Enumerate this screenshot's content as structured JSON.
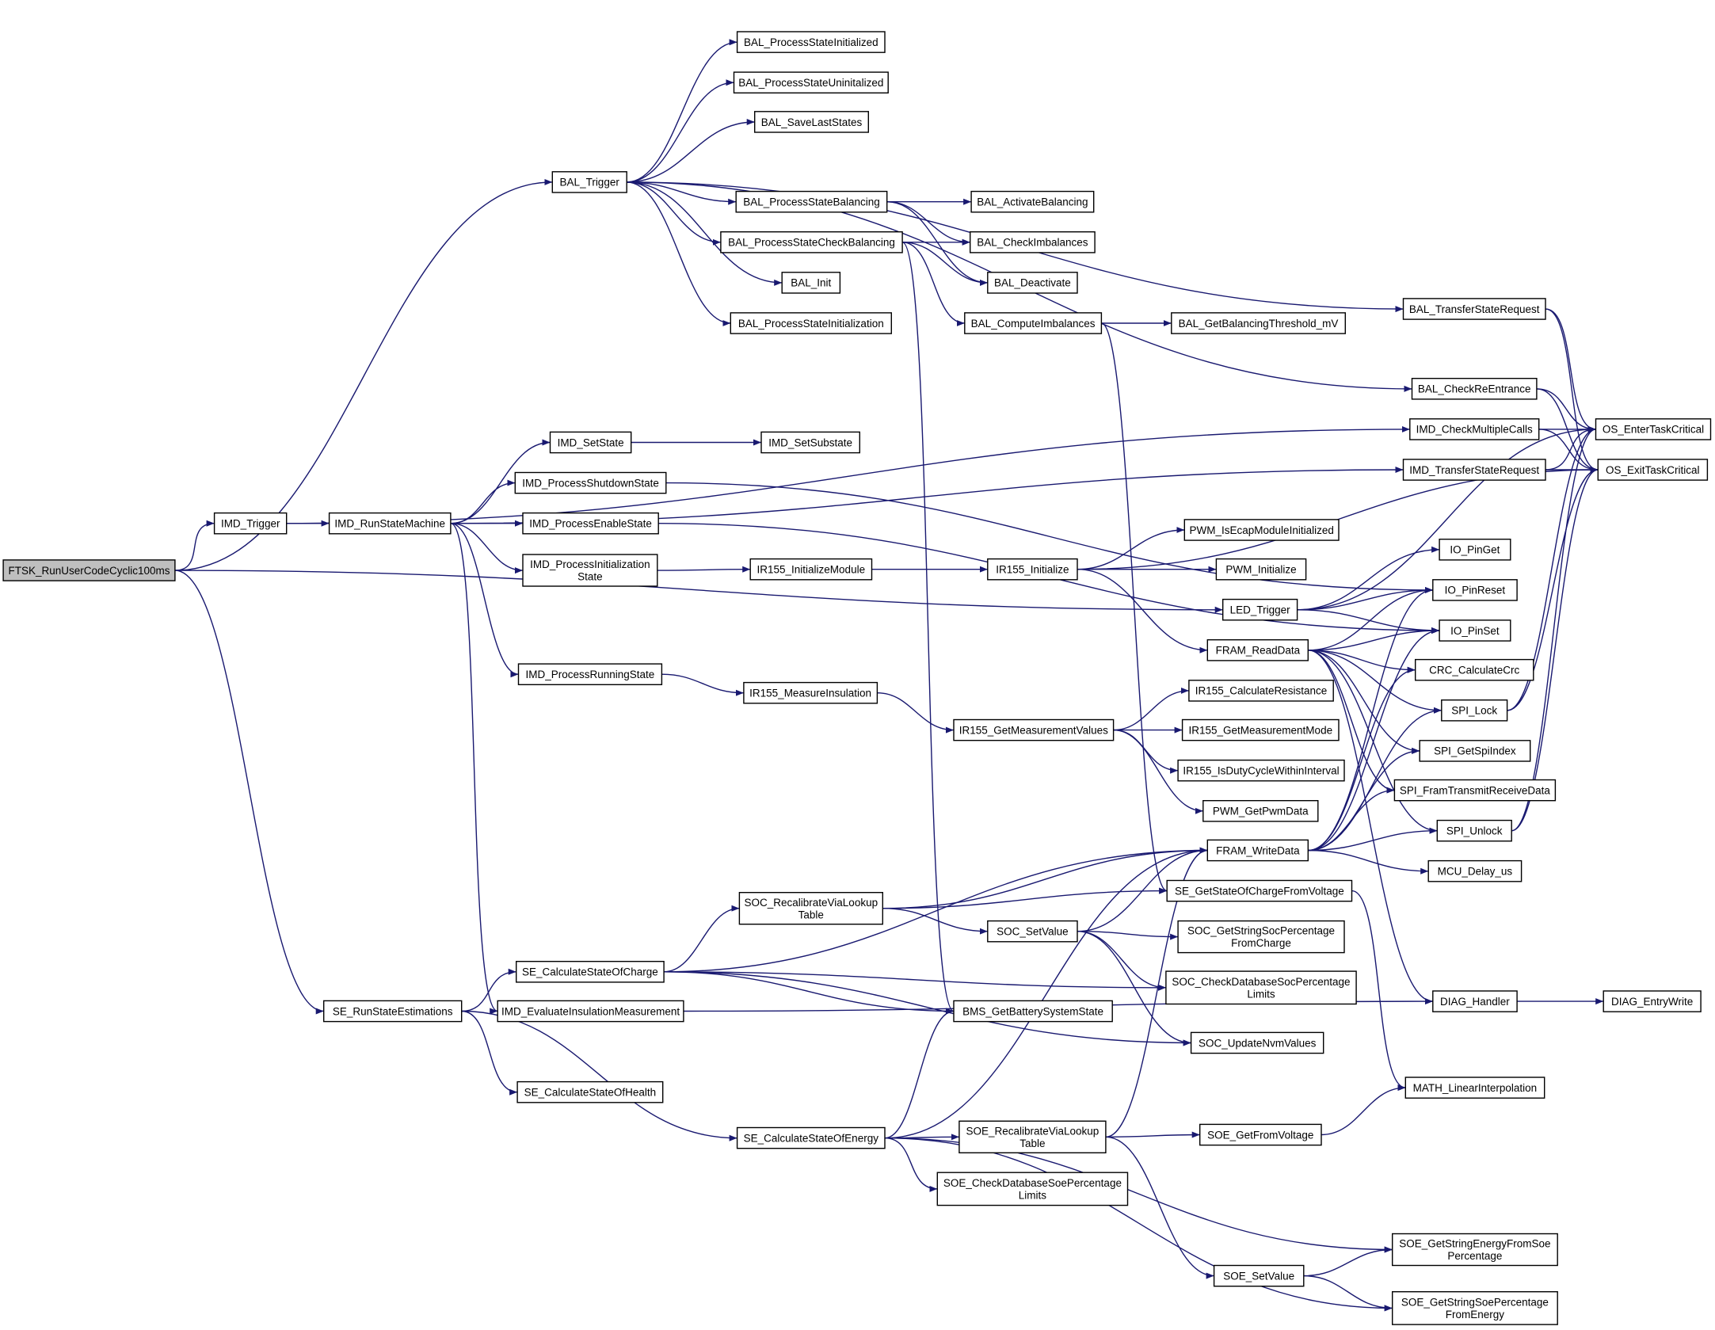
{
  "graph": {
    "root": "FTSK_RunUserCodeCyclic100ms",
    "nodes": [
      {
        "id": "FTSK_RunUserCodeCyclic100ms",
        "lines": [
          "FTSK_RunUserCodeCyclic100ms"
        ]
      },
      {
        "id": "BAL_Trigger",
        "lines": [
          "BAL_Trigger"
        ]
      },
      {
        "id": "IMD_Trigger",
        "lines": [
          "IMD_Trigger"
        ]
      },
      {
        "id": "LED_Trigger",
        "lines": [
          "LED_Trigger"
        ]
      },
      {
        "id": "SE_RunStateEstimations",
        "lines": [
          "SE_RunStateEstimations"
        ]
      },
      {
        "id": "BAL_ProcessStateInitialized",
        "lines": [
          "BAL_ProcessStateInitialized"
        ]
      },
      {
        "id": "BAL_ProcessStateUninitalized",
        "lines": [
          "BAL_ProcessStateUninitalized"
        ]
      },
      {
        "id": "BAL_SaveLastStates",
        "lines": [
          "BAL_SaveLastStates"
        ]
      },
      {
        "id": "BAL_ProcessStateBalancing",
        "lines": [
          "BAL_ProcessStateBalancing"
        ]
      },
      {
        "id": "BAL_ProcessStateCheckBalancing",
        "lines": [
          "BAL_ProcessStateCheckBalancing"
        ]
      },
      {
        "id": "BAL_Init",
        "lines": [
          "BAL_Init"
        ]
      },
      {
        "id": "BAL_ProcessStateInitialization",
        "lines": [
          "BAL_ProcessStateInitialization"
        ]
      },
      {
        "id": "BAL_ActivateBalancing",
        "lines": [
          "BAL_ActivateBalancing"
        ]
      },
      {
        "id": "BAL_CheckImbalances",
        "lines": [
          "BAL_CheckImbalances"
        ]
      },
      {
        "id": "BAL_Deactivate",
        "lines": [
          "BAL_Deactivate"
        ]
      },
      {
        "id": "BAL_ComputeImbalances",
        "lines": [
          "BAL_ComputeImbalances"
        ]
      },
      {
        "id": "BAL_GetBalancingThreshold_mV",
        "lines": [
          "BAL_GetBalancingThreshold_mV"
        ]
      },
      {
        "id": "BAL_TransferStateRequest",
        "lines": [
          "BAL_TransferStateRequest"
        ]
      },
      {
        "id": "BAL_CheckReEntrance",
        "lines": [
          "BAL_CheckReEntrance"
        ]
      },
      {
        "id": "IMD_CheckMultipleCalls",
        "lines": [
          "IMD_CheckMultipleCalls"
        ]
      },
      {
        "id": "IMD_TransferStateRequest",
        "lines": [
          "IMD_TransferStateRequest"
        ]
      },
      {
        "id": "OS_EnterTaskCritical",
        "lines": [
          "OS_EnterTaskCritical"
        ]
      },
      {
        "id": "OS_ExitTaskCritical",
        "lines": [
          "OS_ExitTaskCritical"
        ]
      },
      {
        "id": "IMD_RunStateMachine",
        "lines": [
          "IMD_RunStateMachine"
        ]
      },
      {
        "id": "IMD_SetState",
        "lines": [
          "IMD_SetState"
        ]
      },
      {
        "id": "IMD_SetSubstate",
        "lines": [
          "IMD_SetSubstate"
        ]
      },
      {
        "id": "IMD_ProcessShutdownState",
        "lines": [
          "IMD_ProcessShutdownState"
        ]
      },
      {
        "id": "IMD_ProcessEnableState",
        "lines": [
          "IMD_ProcessEnableState"
        ]
      },
      {
        "id": "IMD_ProcessInitializationState",
        "lines": [
          "IMD_ProcessInitialization",
          "State"
        ]
      },
      {
        "id": "IR155_InitializeModule",
        "lines": [
          "IR155_InitializeModule"
        ]
      },
      {
        "id": "IR155_Initialize",
        "lines": [
          "IR155_Initialize"
        ]
      },
      {
        "id": "PWM_IsEcapModuleInitialized",
        "lines": [
          "PWM_IsEcapModuleInitialized"
        ]
      },
      {
        "id": "PWM_Initialize",
        "lines": [
          "PWM_Initialize"
        ]
      },
      {
        "id": "IO_PinGet",
        "lines": [
          "IO_PinGet"
        ]
      },
      {
        "id": "IO_PinReset",
        "lines": [
          "IO_PinReset"
        ]
      },
      {
        "id": "IO_PinSet",
        "lines": [
          "IO_PinSet"
        ]
      },
      {
        "id": "FRAM_ReadData",
        "lines": [
          "FRAM_ReadData"
        ]
      },
      {
        "id": "CRC_CalculateCrc",
        "lines": [
          "CRC_CalculateCrc"
        ]
      },
      {
        "id": "SPI_Lock",
        "lines": [
          "SPI_Lock"
        ]
      },
      {
        "id": "SPI_GetSpiIndex",
        "lines": [
          "SPI_GetSpiIndex"
        ]
      },
      {
        "id": "SPI_FramTransmitReceiveData",
        "lines": [
          "SPI_FramTransmitReceiveData"
        ]
      },
      {
        "id": "SPI_Unlock",
        "lines": [
          "SPI_Unlock"
        ]
      },
      {
        "id": "MCU_Delay_us",
        "lines": [
          "MCU_Delay_us"
        ]
      },
      {
        "id": "IMD_ProcessRunningState",
        "lines": [
          "IMD_ProcessRunningState"
        ]
      },
      {
        "id": "IR155_MeasureInsulation",
        "lines": [
          "IR155_MeasureInsulation"
        ]
      },
      {
        "id": "IR155_GetMeasurementValues",
        "lines": [
          "IR155_GetMeasurementValues"
        ]
      },
      {
        "id": "IR155_CalculateResistance",
        "lines": [
          "IR155_CalculateResistance"
        ]
      },
      {
        "id": "IR155_GetMeasurementMode",
        "lines": [
          "IR155_GetMeasurementMode"
        ]
      },
      {
        "id": "IR155_IsDutyCycleWithinInterval",
        "lines": [
          "IR155_IsDutyCycleWithinInterval"
        ]
      },
      {
        "id": "PWM_GetPwmData",
        "lines": [
          "PWM_GetPwmData"
        ]
      },
      {
        "id": "FRAM_WriteData",
        "lines": [
          "FRAM_WriteData"
        ]
      },
      {
        "id": "SE_GetStateOfChargeFromVoltage",
        "lines": [
          "SE_GetStateOfChargeFromVoltage"
        ]
      },
      {
        "id": "SOC_RecalibrateViaLookupTable",
        "lines": [
          "SOC_RecalibrateViaLookup",
          "Table"
        ]
      },
      {
        "id": "SOC_SetValue",
        "lines": [
          "SOC_SetValue"
        ]
      },
      {
        "id": "SOC_GetStringSocPercentageFromCharge",
        "lines": [
          "SOC_GetStringSocPercentage",
          "FromCharge"
        ]
      },
      {
        "id": "SOC_CheckDatabaseSocPercentageLimits",
        "lines": [
          "SOC_CheckDatabaseSocPercentage",
          "Limits"
        ]
      },
      {
        "id": "SE_CalculateStateOfCharge",
        "lines": [
          "SE_CalculateStateOfCharge"
        ]
      },
      {
        "id": "IMD_EvaluateInsulationMeasurement",
        "lines": [
          "IMD_EvaluateInsulationMeasurement"
        ]
      },
      {
        "id": "BMS_GetBatterySystemState",
        "lines": [
          "BMS_GetBatterySystemState"
        ]
      },
      {
        "id": "SOC_UpdateNvmValues",
        "lines": [
          "SOC_UpdateNvmValues"
        ]
      },
      {
        "id": "DIAG_Handler",
        "lines": [
          "DIAG_Handler"
        ]
      },
      {
        "id": "DIAG_EntryWrite",
        "lines": [
          "DIAG_EntryWrite"
        ]
      },
      {
        "id": "SE_CalculateStateOfHealth",
        "lines": [
          "SE_CalculateStateOfHealth"
        ]
      },
      {
        "id": "MATH_LinearInterpolation",
        "lines": [
          "MATH_LinearInterpolation"
        ]
      },
      {
        "id": "SE_CalculateStateOfEnergy",
        "lines": [
          "SE_CalculateStateOfEnergy"
        ]
      },
      {
        "id": "SOE_RecalibrateViaLookupTable",
        "lines": [
          "SOE_RecalibrateViaLookup",
          "Table"
        ]
      },
      {
        "id": "SOE_GetFromVoltage",
        "lines": [
          "SOE_GetFromVoltage"
        ]
      },
      {
        "id": "SOE_CheckDatabaseSoePercentageLimits",
        "lines": [
          "SOE_CheckDatabaseSoePercentage",
          "Limits"
        ]
      },
      {
        "id": "SOE_GetStringEnergyFromSoePercentage",
        "lines": [
          "SOE_GetStringEnergyFromSoe",
          "Percentage"
        ]
      },
      {
        "id": "SOE_SetValue",
        "lines": [
          "SOE_SetValue"
        ]
      },
      {
        "id": "SOE_GetStringSoePercentageFromEnergy",
        "lines": [
          "SOE_GetStringSoePercentage",
          "FromEnergy"
        ]
      }
    ],
    "edges": [
      [
        "FTSK_RunUserCodeCyclic100ms",
        "BAL_Trigger"
      ],
      [
        "FTSK_RunUserCodeCyclic100ms",
        "IMD_Trigger"
      ],
      [
        "FTSK_RunUserCodeCyclic100ms",
        "LED_Trigger"
      ],
      [
        "FTSK_RunUserCodeCyclic100ms",
        "SE_RunStateEstimations"
      ],
      [
        "BAL_Trigger",
        "BAL_ProcessStateInitialized"
      ],
      [
        "BAL_Trigger",
        "BAL_ProcessStateUninitalized"
      ],
      [
        "BAL_Trigger",
        "BAL_SaveLastStates"
      ],
      [
        "BAL_Trigger",
        "BAL_ProcessStateBalancing"
      ],
      [
        "BAL_Trigger",
        "BAL_ProcessStateCheckBalancing"
      ],
      [
        "BAL_Trigger",
        "BAL_Init"
      ],
      [
        "BAL_Trigger",
        "BAL_ProcessStateInitialization"
      ],
      [
        "BAL_Trigger",
        "BAL_TransferStateRequest"
      ],
      [
        "BAL_Trigger",
        "BAL_CheckReEntrance"
      ],
      [
        "BAL_ProcessStateBalancing",
        "BAL_ActivateBalancing"
      ],
      [
        "BAL_ProcessStateBalancing",
        "BAL_CheckImbalances"
      ],
      [
        "BAL_ProcessStateBalancing",
        "BAL_Deactivate"
      ],
      [
        "BAL_ProcessStateCheckBalancing",
        "BAL_CheckImbalances"
      ],
      [
        "BAL_ProcessStateCheckBalancing",
        "BAL_Deactivate"
      ],
      [
        "BAL_ProcessStateCheckBalancing",
        "BAL_ComputeImbalances"
      ],
      [
        "BAL_ProcessStateCheckBalancing",
        "BMS_GetBatterySystemState"
      ],
      [
        "BAL_ComputeImbalances",
        "BAL_GetBalancingThreshold_mV"
      ],
      [
        "BAL_ComputeImbalances",
        "SE_GetStateOfChargeFromVoltage"
      ],
      [
        "BAL_TransferStateRequest",
        "OS_EnterTaskCritical"
      ],
      [
        "BAL_TransferStateRequest",
        "OS_ExitTaskCritical"
      ],
      [
        "BAL_CheckReEntrance",
        "OS_EnterTaskCritical"
      ],
      [
        "BAL_CheckReEntrance",
        "OS_ExitTaskCritical"
      ],
      [
        "IMD_CheckMultipleCalls",
        "OS_EnterTaskCritical"
      ],
      [
        "IMD_CheckMultipleCalls",
        "OS_ExitTaskCritical"
      ],
      [
        "IMD_TransferStateRequest",
        "OS_EnterTaskCritical"
      ],
      [
        "IMD_TransferStateRequest",
        "OS_ExitTaskCritical"
      ],
      [
        "IMD_Trigger",
        "IMD_RunStateMachine"
      ],
      [
        "IMD_Trigger",
        "IMD_CheckMultipleCalls"
      ],
      [
        "IMD_RunStateMachine",
        "IMD_SetState"
      ],
      [
        "IMD_RunStateMachine",
        "IMD_ProcessShutdownState"
      ],
      [
        "IMD_RunStateMachine",
        "IMD_ProcessEnableState"
      ],
      [
        "IMD_RunStateMachine",
        "IMD_ProcessInitializationState"
      ],
      [
        "IMD_RunStateMachine",
        "IMD_ProcessRunningState"
      ],
      [
        "IMD_RunStateMachine",
        "IMD_EvaluateInsulationMeasurement"
      ],
      [
        "IMD_RunStateMachine",
        "IMD_TransferStateRequest"
      ],
      [
        "IMD_SetState",
        "IMD_SetSubstate"
      ],
      [
        "IMD_ProcessShutdownState",
        "IO_PinReset"
      ],
      [
        "IMD_ProcessEnableState",
        "IO_PinSet"
      ],
      [
        "IMD_ProcessInitializationState",
        "IR155_InitializeModule"
      ],
      [
        "IR155_InitializeModule",
        "IR155_Initialize"
      ],
      [
        "IR155_Initialize",
        "PWM_IsEcapModuleInitialized"
      ],
      [
        "IR155_Initialize",
        "PWM_Initialize"
      ],
      [
        "IR155_Initialize",
        "FRAM_ReadData"
      ],
      [
        "IR155_Initialize",
        "OS_ExitTaskCritical"
      ],
      [
        "LED_Trigger",
        "IO_PinGet"
      ],
      [
        "LED_Trigger",
        "IO_PinReset"
      ],
      [
        "LED_Trigger",
        "IO_PinSet"
      ],
      [
        "LED_Trigger",
        "OS_EnterTaskCritical"
      ],
      [
        "FRAM_ReadData",
        "IO_PinReset"
      ],
      [
        "FRAM_ReadData",
        "IO_PinSet"
      ],
      [
        "FRAM_ReadData",
        "CRC_CalculateCrc"
      ],
      [
        "FRAM_ReadData",
        "SPI_Lock"
      ],
      [
        "FRAM_ReadData",
        "SPI_GetSpiIndex"
      ],
      [
        "FRAM_ReadData",
        "SPI_FramTransmitReceiveData"
      ],
      [
        "FRAM_ReadData",
        "SPI_Unlock"
      ],
      [
        "FRAM_ReadData",
        "DIAG_Handler"
      ],
      [
        "SPI_Lock",
        "OS_EnterTaskCritical"
      ],
      [
        "SPI_Lock",
        "OS_ExitTaskCritical"
      ],
      [
        "SPI_Unlock",
        "OS_EnterTaskCritical"
      ],
      [
        "SPI_Unlock",
        "OS_ExitTaskCritical"
      ],
      [
        "IMD_ProcessRunningState",
        "IR155_MeasureInsulation"
      ],
      [
        "IR155_MeasureInsulation",
        "IR155_GetMeasurementValues"
      ],
      [
        "IR155_GetMeasurementValues",
        "IR155_CalculateResistance"
      ],
      [
        "IR155_GetMeasurementValues",
        "IR155_GetMeasurementMode"
      ],
      [
        "IR155_GetMeasurementValues",
        "IR155_IsDutyCycleWithinInterval"
      ],
      [
        "IR155_GetMeasurementValues",
        "PWM_GetPwmData"
      ],
      [
        "FRAM_WriteData",
        "IO_PinReset"
      ],
      [
        "FRAM_WriteData",
        "IO_PinSet"
      ],
      [
        "FRAM_WriteData",
        "CRC_CalculateCrc"
      ],
      [
        "FRAM_WriteData",
        "SPI_Lock"
      ],
      [
        "FRAM_WriteData",
        "SPI_GetSpiIndex"
      ],
      [
        "FRAM_WriteData",
        "SPI_FramTransmitReceiveData"
      ],
      [
        "FRAM_WriteData",
        "SPI_Unlock"
      ],
      [
        "FRAM_WriteData",
        "MCU_Delay_us"
      ],
      [
        "SE_GetStateOfChargeFromVoltage",
        "MATH_LinearInterpolation"
      ],
      [
        "SE_RunStateEstimations",
        "SE_CalculateStateOfCharge"
      ],
      [
        "SE_RunStateEstimations",
        "SE_CalculateStateOfHealth"
      ],
      [
        "SE_RunStateEstimations",
        "SE_CalculateStateOfEnergy"
      ],
      [
        "SE_CalculateStateOfCharge",
        "SOC_RecalibrateViaLookupTable"
      ],
      [
        "SE_CalculateStateOfCharge",
        "FRAM_WriteData"
      ],
      [
        "SE_CalculateStateOfCharge",
        "SOC_CheckDatabaseSocPercentageLimits"
      ],
      [
        "SE_CalculateStateOfCharge",
        "BMS_GetBatterySystemState"
      ],
      [
        "SE_CalculateStateOfCharge",
        "SOC_UpdateNvmValues"
      ],
      [
        "SOC_RecalibrateViaLookupTable",
        "FRAM_WriteData"
      ],
      [
        "SOC_RecalibrateViaLookupTable",
        "SE_GetStateOfChargeFromVoltage"
      ],
      [
        "SOC_RecalibrateViaLookupTable",
        "SOC_SetValue"
      ],
      [
        "SOC_SetValue",
        "FRAM_WriteData"
      ],
      [
        "SOC_SetValue",
        "SOC_GetStringSocPercentageFromCharge"
      ],
      [
        "SOC_SetValue",
        "SOC_CheckDatabaseSocPercentageLimits"
      ],
      [
        "SOC_SetValue",
        "SOC_UpdateNvmValues"
      ],
      [
        "IMD_EvaluateInsulationMeasurement",
        "DIAG_Handler"
      ],
      [
        "DIAG_Handler",
        "DIAG_EntryWrite"
      ],
      [
        "SE_CalculateStateOfEnergy",
        "SOE_RecalibrateViaLookupTable"
      ],
      [
        "SE_CalculateStateOfEnergy",
        "SOE_CheckDatabaseSoePercentageLimits"
      ],
      [
        "SE_CalculateStateOfEnergy",
        "SOE_GetStringEnergyFromSoePercentage"
      ],
      [
        "SE_CalculateStateOfEnergy",
        "SOE_GetStringSoePercentageFromEnergy"
      ],
      [
        "SE_CalculateStateOfEnergy",
        "FRAM_WriteData"
      ],
      [
        "SE_CalculateStateOfEnergy",
        "BMS_GetBatterySystemState"
      ],
      [
        "SOE_RecalibrateViaLookupTable",
        "SOE_GetFromVoltage"
      ],
      [
        "SOE_RecalibrateViaLookupTable",
        "SOE_SetValue"
      ],
      [
        "SOE_RecalibrateViaLookupTable",
        "FRAM_WriteData"
      ],
      [
        "SOE_GetFromVoltage",
        "MATH_LinearInterpolation"
      ],
      [
        "SOE_SetValue",
        "SOE_GetStringEnergyFromSoePercentage"
      ],
      [
        "SOE_SetValue",
        "SOE_GetStringSoePercentageFromEnergy"
      ]
    ]
  }
}
